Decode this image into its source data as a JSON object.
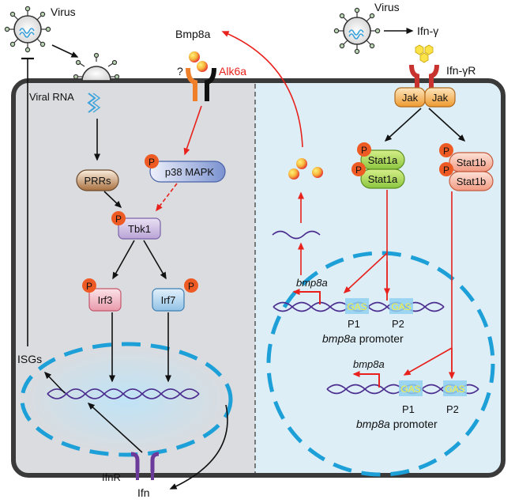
{
  "colors": {
    "left_panel": "#dadcdf",
    "right_panel": "#ddeef6",
    "cell_border": "#3a3a3a",
    "red": "#e8211c",
    "nucleus_dash": "#1d9fd8",
    "phospho": "#ee5a24",
    "dna": "#4b2d8f"
  },
  "labels": {
    "virus_left": "Virus",
    "virus_right": "Virus",
    "ifn_gamma": "Ifn-γ",
    "ifn_gamma_r": "Ifn-γR",
    "bmp8a": "Bmp8a",
    "question": "?",
    "alk6a": "Alk6a",
    "viral_rna": "Viral RNA",
    "prrs": "PRRs",
    "p38": "p38 MAPK",
    "tbk1": "Tbk1",
    "irf3": "Irf3",
    "irf7": "Irf7",
    "isgs": "ISGs",
    "ifnr": "IfnR",
    "ifn": "Ifn",
    "jak1": "Jak",
    "jak2": "Jak",
    "stat1a_top": "Stat1a",
    "stat1a_bottom": "Stat1a",
    "stat1b_top": "Stat1b",
    "stat1b_bottom": "Stat1b",
    "phospho": "P",
    "bmp8a_gene_1": "bmp8a",
    "bmp8a_gene_2": "bmp8a",
    "gas_1a": "GAS",
    "gas_1b": "GAS",
    "gas_2a": "GAS",
    "gas_2b": "GAS",
    "p1_a": "P1",
    "p2_a": "P2",
    "p1_b": "P1",
    "p2_b": "P2",
    "promoter_italic_1": "bmp8a",
    "promoter_word_1": " promoter",
    "promoter_italic_2": "bmp8a",
    "promoter_word_2": " promoter"
  }
}
